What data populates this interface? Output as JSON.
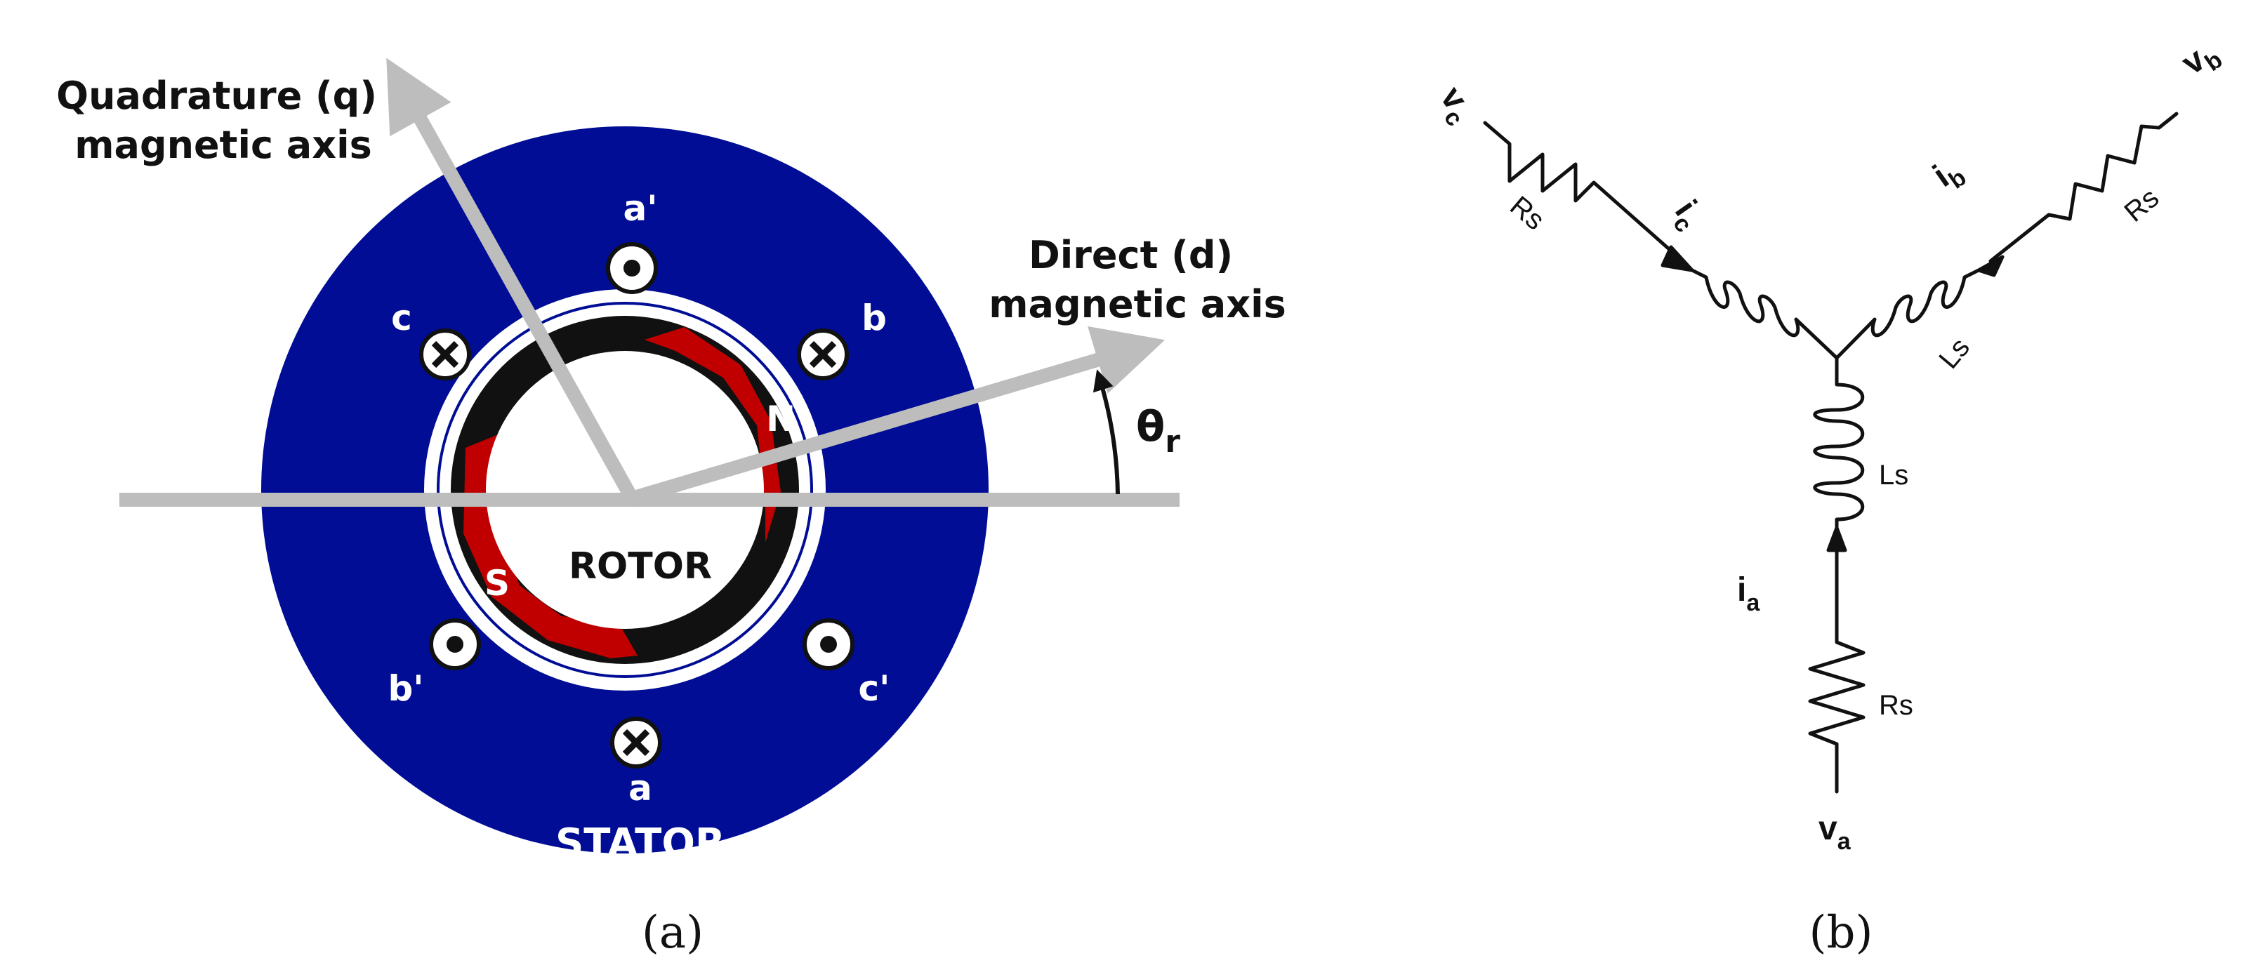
{
  "panel_a": {
    "q_axis_label": [
      "Quadrature (q)",
      "magnetic axis"
    ],
    "d_axis_label": [
      "Direct (d)",
      "magnetic axis"
    ],
    "angle_label": "θ",
    "angle_subscript": "r",
    "rotor_label": "ROTOR",
    "stator_label": "STATOR",
    "pole_north": "N",
    "pole_south": "S",
    "conductors": {
      "a_prime": "a'",
      "b": "b",
      "c": "c",
      "b_prime": "b'",
      "c_prime": "c'",
      "a": "a"
    },
    "caption": "(a)",
    "colors": {
      "stator": "#000d94",
      "magnet": "#c00000",
      "axis": "#bdbdbd"
    }
  },
  "panel_b": {
    "va": "v",
    "va_sub": "a",
    "vb": "v",
    "vb_sub": "b",
    "vc": "v",
    "vc_sub": "c",
    "ia": "i",
    "ia_sub": "a",
    "ib": "i",
    "ib_sub": "b",
    "ic": "i",
    "ic_sub": "c",
    "rs_a": "Rs",
    "rs_b": "Rs",
    "rs_c": "Rs",
    "ls_a": "Ls",
    "ls_b": "Ls",
    "caption": "(b)"
  }
}
